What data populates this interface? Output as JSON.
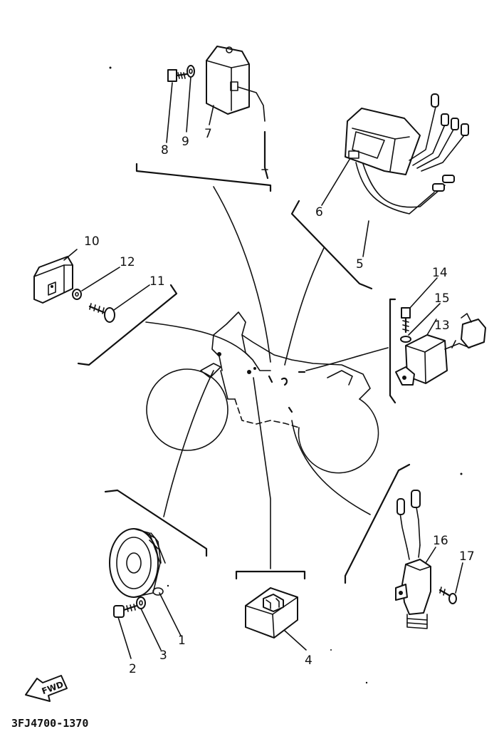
{
  "diagram_code": "3FJ4700-1370",
  "fwd_label": "FWD",
  "callouts": [
    "1",
    "2",
    "3",
    "4",
    "5",
    "6",
    "7",
    "8",
    "9",
    "10",
    "11",
    "12",
    "13",
    "14",
    "15",
    "16",
    "17"
  ]
}
